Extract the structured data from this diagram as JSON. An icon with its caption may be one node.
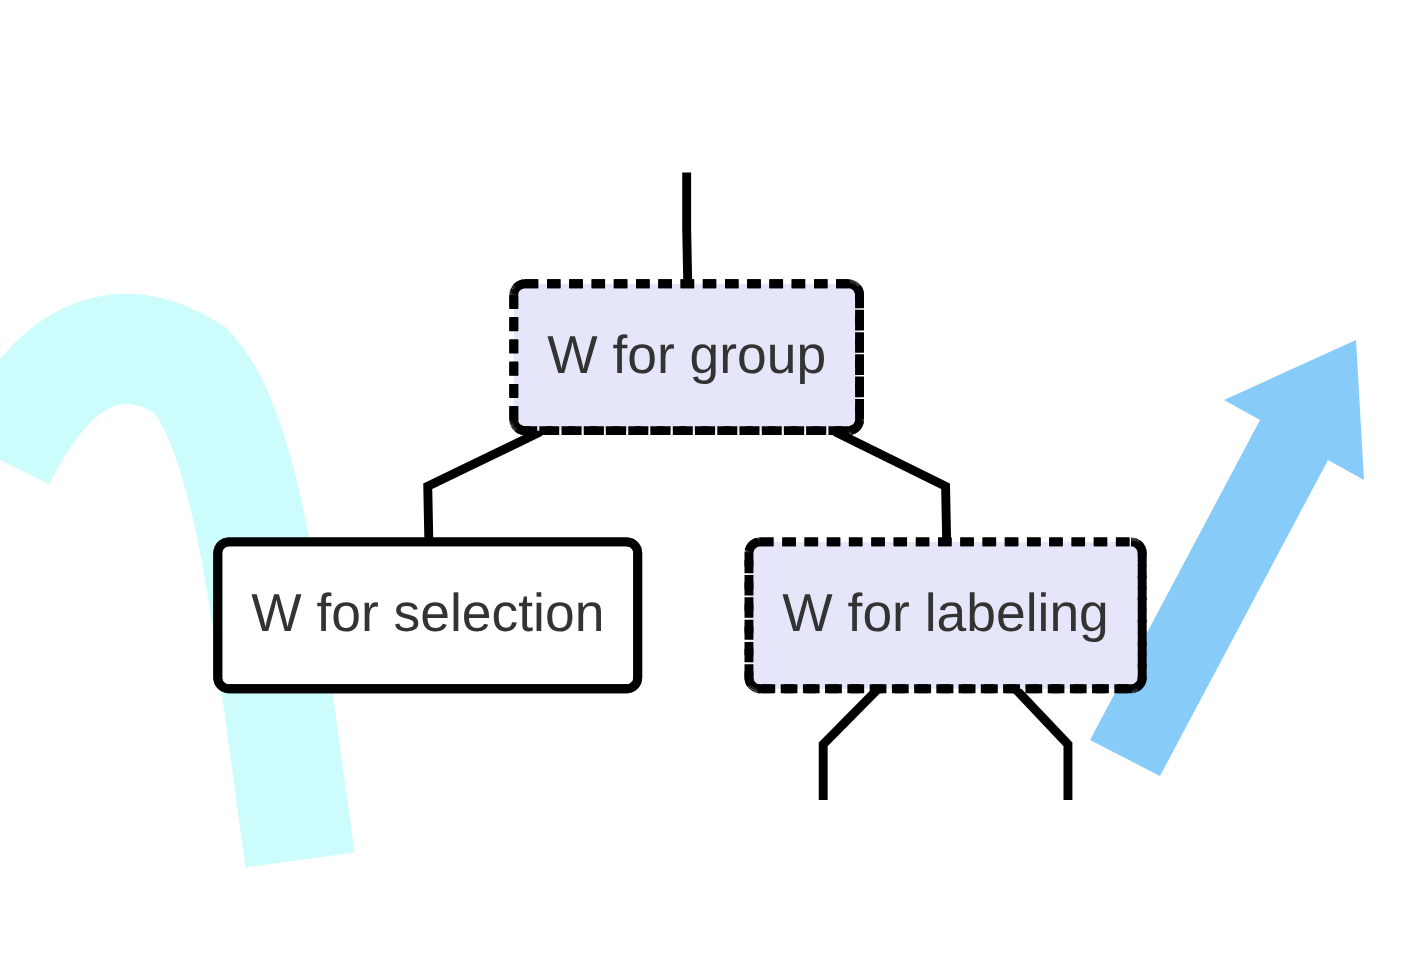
{
  "diagram": {
    "nodes": [
      {
        "text": [
          "W for group"
        ]
      },
      {
        "text": [
          "W for selection"
        ]
      },
      {
        "text": [
          "W for labeling"
        ]
      }
    ],
    "edges": [
      {
        "from": null,
        "to": 0,
        "arrow": "none"
      },
      {
        "from": 0,
        "to": 1,
        "arrow": "none"
      },
      {
        "from": 0,
        "to": 2,
        "arrow": "none"
      },
      {
        "from": 2,
        "to": null,
        "arrow": "none"
      },
      {
        "from": 2,
        "to": null,
        "arrow": "none"
      }
    ]
  }
}
